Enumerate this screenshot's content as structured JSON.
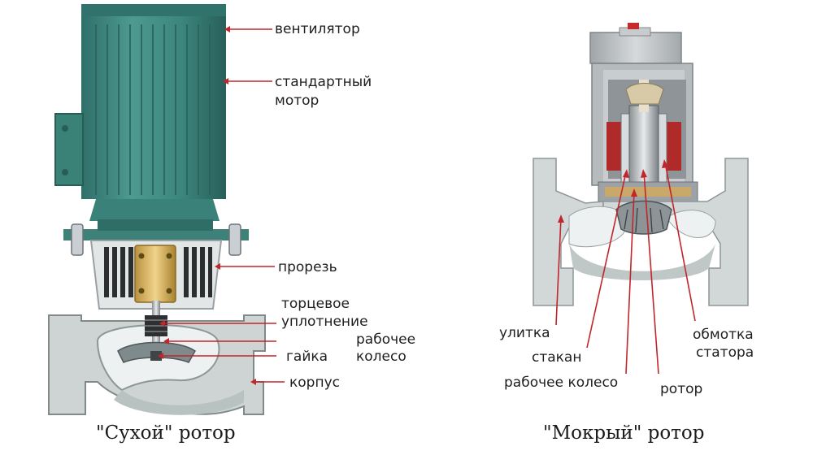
{
  "left_diagram": {
    "caption": "\"Сухой\" ротор",
    "labels": {
      "fan": "вентилятор",
      "motor_1": "стандартный",
      "motor_2": "мотор",
      "slot": "прорезь",
      "seal_1": "торцевое",
      "seal_2": "уплотнение",
      "impeller_1": "рабочее",
      "impeller_2": "колесо",
      "nut": "гайка",
      "housing": "корпус"
    }
  },
  "right_diagram": {
    "caption": "\"Мокрый\" ротор",
    "labels": {
      "volute": "улитка",
      "can": "стакан",
      "impeller": "рабочее колесо",
      "rotor": "ротор",
      "stator_1": "обмотка",
      "stator_2": "статора"
    }
  },
  "colors": {
    "motor_green": "#3d8a82",
    "housing_grey": "#cfd5d5",
    "leader_red": "#c0262b",
    "label_text": "#1e1e1e"
  }
}
